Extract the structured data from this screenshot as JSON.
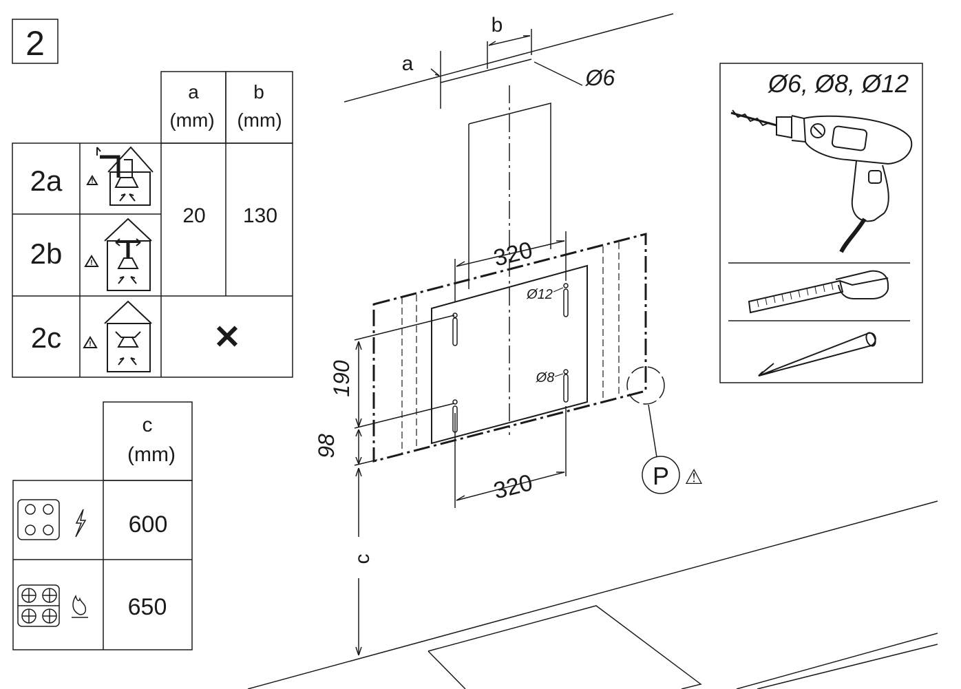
{
  "step": {
    "number": "2"
  },
  "table_ab": {
    "header_a": [
      "a",
      "(mm)"
    ],
    "header_b": [
      "b",
      "(mm)"
    ],
    "rows": [
      {
        "label": "2a",
        "icon": "hood-duct-out-icon"
      },
      {
        "label": "2b",
        "icon": "hood-recirculation-icon"
      },
      {
        "label": "2c",
        "icon": "hood-filter-icon"
      }
    ],
    "value_a": "20",
    "value_b": "130",
    "not_applicable_mark": "✕"
  },
  "table_c": {
    "header": [
      "c",
      "(mm)"
    ],
    "rows": [
      {
        "icon": "electric-hob-icon",
        "energy_icon": "lightning-icon",
        "value": "600"
      },
      {
        "icon": "gas-hob-icon",
        "energy_icon": "flame-icon",
        "value": "650"
      }
    ]
  },
  "drawing": {
    "label_a": "a",
    "label_b": "b",
    "label_screw_hole": "Ø6",
    "label_top_width": "320",
    "label_bottom_width": "320",
    "label_hole_12": "Ø12",
    "label_hole_8": "Ø8",
    "label_vertical_190": "190",
    "label_vertical_98": "98",
    "label_c": "c",
    "label_p": "P",
    "warning_symbol": "⚠"
  },
  "tools": {
    "drill_sizes": "Ø6, Ø8, Ø12",
    "items": [
      "drill-icon",
      "tape-measure-icon",
      "pencil-icon"
    ]
  }
}
